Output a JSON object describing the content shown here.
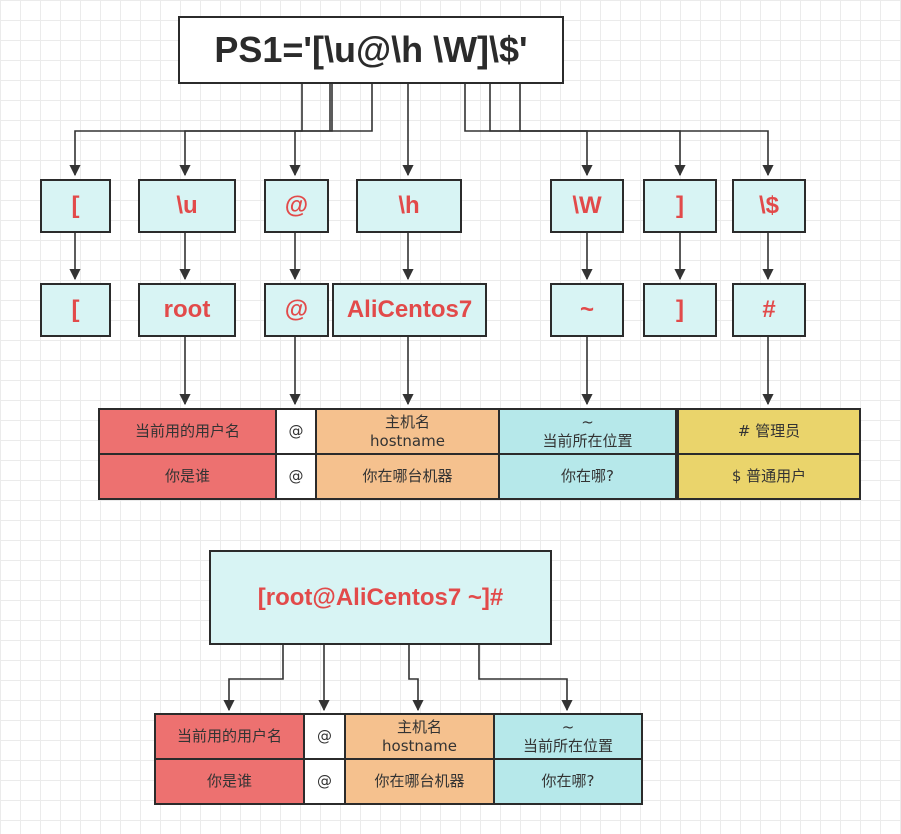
{
  "title": "PS1='[\\u@\\h \\W]\\$'",
  "codes": [
    "[",
    "\\u",
    "@",
    "\\h",
    "\\W",
    "]",
    "\\$"
  ],
  "values": [
    "[",
    "root",
    "@",
    "AliCentos7",
    "~",
    "]",
    "#"
  ],
  "table1": {
    "row1": [
      "当前用的用户名",
      "@",
      "主机名\nhostname",
      "~\n当前所在位置",
      "# 管理员"
    ],
    "row2": [
      "你是谁",
      "@",
      "你在哪台机器",
      "你在哪?",
      "$ 普通用户"
    ]
  },
  "prompt": "[root@AliCentos7 ~]#",
  "table2": {
    "row1": [
      "当前用的用户名",
      "@",
      "主机名\nhostname",
      "~\n当前所在位置"
    ],
    "row2": [
      "你是谁",
      "@",
      "你在哪台机器",
      "你在哪?"
    ]
  },
  "colors": {
    "token_fill": "#d8f4f4",
    "token_text": "#e24a4a",
    "user_cell": "#ed7170",
    "host_cell": "#f5c18e",
    "dir_cell": "#b6e8ea",
    "prompt_cell": "#ead46b",
    "stroke": "#2b2b2b"
  }
}
